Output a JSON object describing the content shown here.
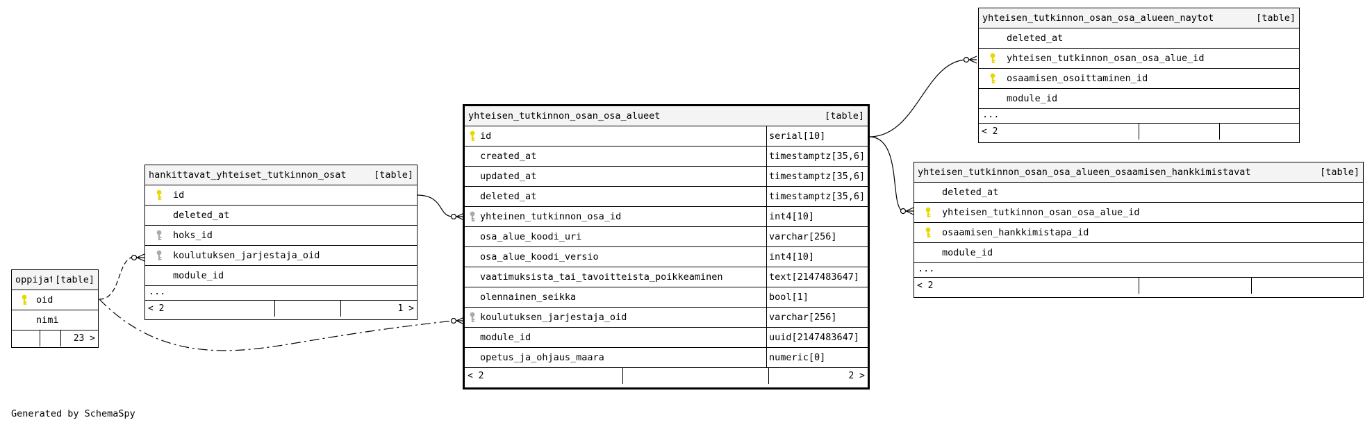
{
  "tables": {
    "oppijat": {
      "name": "oppijat",
      "kind": "[table]",
      "columns": [
        {
          "name": "oid",
          "key": "primary"
        },
        {
          "name": "nimi",
          "key": "none"
        }
      ],
      "footer": {
        "left": "",
        "mid": "",
        "right": "23 >"
      }
    },
    "hankittavat": {
      "name": "hankittavat_yhteiset_tutkinnon_osat",
      "kind": "[table]",
      "columns": [
        {
          "name": "id",
          "key": "primary"
        },
        {
          "name": "deleted_at",
          "key": "none"
        },
        {
          "name": "hoks_id",
          "key": "foreign"
        },
        {
          "name": "koulutuksen_jarjestaja_oid",
          "key": "foreign"
        },
        {
          "name": "module_id",
          "key": "none"
        }
      ],
      "ellipsis": "...",
      "footer": {
        "left": "< 2",
        "mid": "",
        "right": "1 >"
      }
    },
    "main": {
      "name": "yhteisen_tutkinnon_osan_osa_alueet",
      "kind": "[table]",
      "columns": [
        {
          "name": "id",
          "type": "serial[10]",
          "key": "primary"
        },
        {
          "name": "created_at",
          "type": "timestamptz[35,6]",
          "key": "none"
        },
        {
          "name": "updated_at",
          "type": "timestamptz[35,6]",
          "key": "none"
        },
        {
          "name": "deleted_at",
          "type": "timestamptz[35,6]",
          "key": "none"
        },
        {
          "name": "yhteinen_tutkinnon_osa_id",
          "type": "int4[10]",
          "key": "foreign"
        },
        {
          "name": "osa_alue_koodi_uri",
          "type": "varchar[256]",
          "key": "none"
        },
        {
          "name": "osa_alue_koodi_versio",
          "type": "int4[10]",
          "key": "none"
        },
        {
          "name": "vaatimuksista_tai_tavoitteista_poikkeaminen",
          "type": "text[2147483647]",
          "key": "none"
        },
        {
          "name": "olennainen_seikka",
          "type": "bool[1]",
          "key": "none"
        },
        {
          "name": "koulutuksen_jarjestaja_oid",
          "type": "varchar[256]",
          "key": "foreign"
        },
        {
          "name": "module_id",
          "type": "uuid[2147483647]",
          "key": "none"
        },
        {
          "name": "opetus_ja_ohjaus_maara",
          "type": "numeric[0]",
          "key": "none"
        }
      ],
      "footer": {
        "left": "< 2",
        "mid": "",
        "right": "2 >"
      }
    },
    "naytot": {
      "name": "yhteisen_tutkinnon_osan_osa_alueen_naytot",
      "kind": "[table]",
      "columns": [
        {
          "name": "deleted_at",
          "key": "none"
        },
        {
          "name": "yhteisen_tutkinnon_osan_osa_alue_id",
          "key": "primary"
        },
        {
          "name": "osaamisen_osoittaminen_id",
          "key": "primary"
        },
        {
          "name": "module_id",
          "key": "none"
        }
      ],
      "ellipsis": "...",
      "footer": {
        "left": "< 2",
        "mid": "",
        "right": ""
      }
    },
    "hankkimistavat": {
      "name": "yhteisen_tutkinnon_osan_osa_alueen_osaamisen_hankkimistavat",
      "kind": "[table]",
      "columns": [
        {
          "name": "deleted_at",
          "key": "none"
        },
        {
          "name": "yhteisen_tutkinnon_osan_osa_alue_id",
          "key": "primary"
        },
        {
          "name": "osaamisen_hankkimistapa_id",
          "key": "primary"
        },
        {
          "name": "module_id",
          "key": "none"
        }
      ],
      "ellipsis": "...",
      "footer": {
        "left": "< 2",
        "mid": "",
        "right": ""
      }
    }
  },
  "credit": "Generated by SchemaSpy",
  "colors": {
    "primary_key": "#e6d800",
    "foreign_key": "#aaaaaa",
    "header_bg": "#f4f4f4"
  }
}
